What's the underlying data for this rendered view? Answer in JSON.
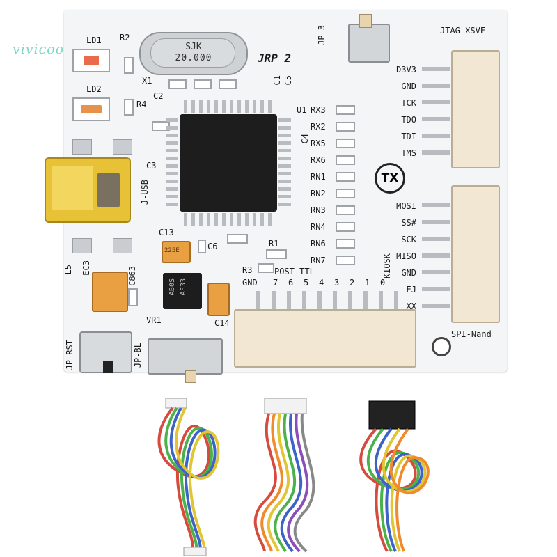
{
  "watermark": "vivicoocoo",
  "board": {
    "title": "JRP 2",
    "crystal": {
      "line1": "SJK",
      "line2": "20.000"
    },
    "logo": "TX",
    "ic_label": "U1",
    "regulator": {
      "line1": "AB0S",
      "line2": "AF33"
    },
    "tantalum1": "225E",
    "connectors": {
      "top": "JTAG-XSVF",
      "mid": "SPI-Nand"
    },
    "jtag_pins": [
      "D3V3",
      "GND",
      "TCK",
      "TDO",
      "TDI",
      "TMS"
    ],
    "spi_pins": [
      "MOSI",
      "SS#",
      "SCK",
      "MISO",
      "GND",
      "EJ",
      "XX"
    ],
    "rx_labels": [
      "RX3",
      "RX2",
      "RX5",
      "RX6",
      "RN1",
      "RN2",
      "RN3",
      "RN4",
      "RN6",
      "RN7"
    ],
    "post_labels": [
      "GND",
      "7",
      "6",
      "5",
      "4",
      "3",
      "2",
      "1",
      "0"
    ],
    "kiosk": "KIOSK",
    "components": {
      "ld1": "LD1",
      "ld2": "LD2",
      "r2": "R2",
      "r4": "R4",
      "x1": "X1",
      "c1": "C1",
      "c2": "C2",
      "c3": "C3",
      "c4": "C4",
      "c5": "C5",
      "c6": "C6",
      "c13": "C13",
      "c14": "C14",
      "c863": "C863",
      "ec3": "EC3",
      "l5": "L5",
      "r1": "R1",
      "r3": "R3",
      "vr1": "VR1",
      "jp3": "JP-3",
      "jusb": "J-USB",
      "jprst": "JP-RST",
      "jpbl": "JP-BL",
      "post_ttl": "POST-TTL"
    }
  },
  "cables": [
    {
      "name": "cable-left"
    },
    {
      "name": "cable-middle"
    },
    {
      "name": "cable-right"
    }
  ]
}
